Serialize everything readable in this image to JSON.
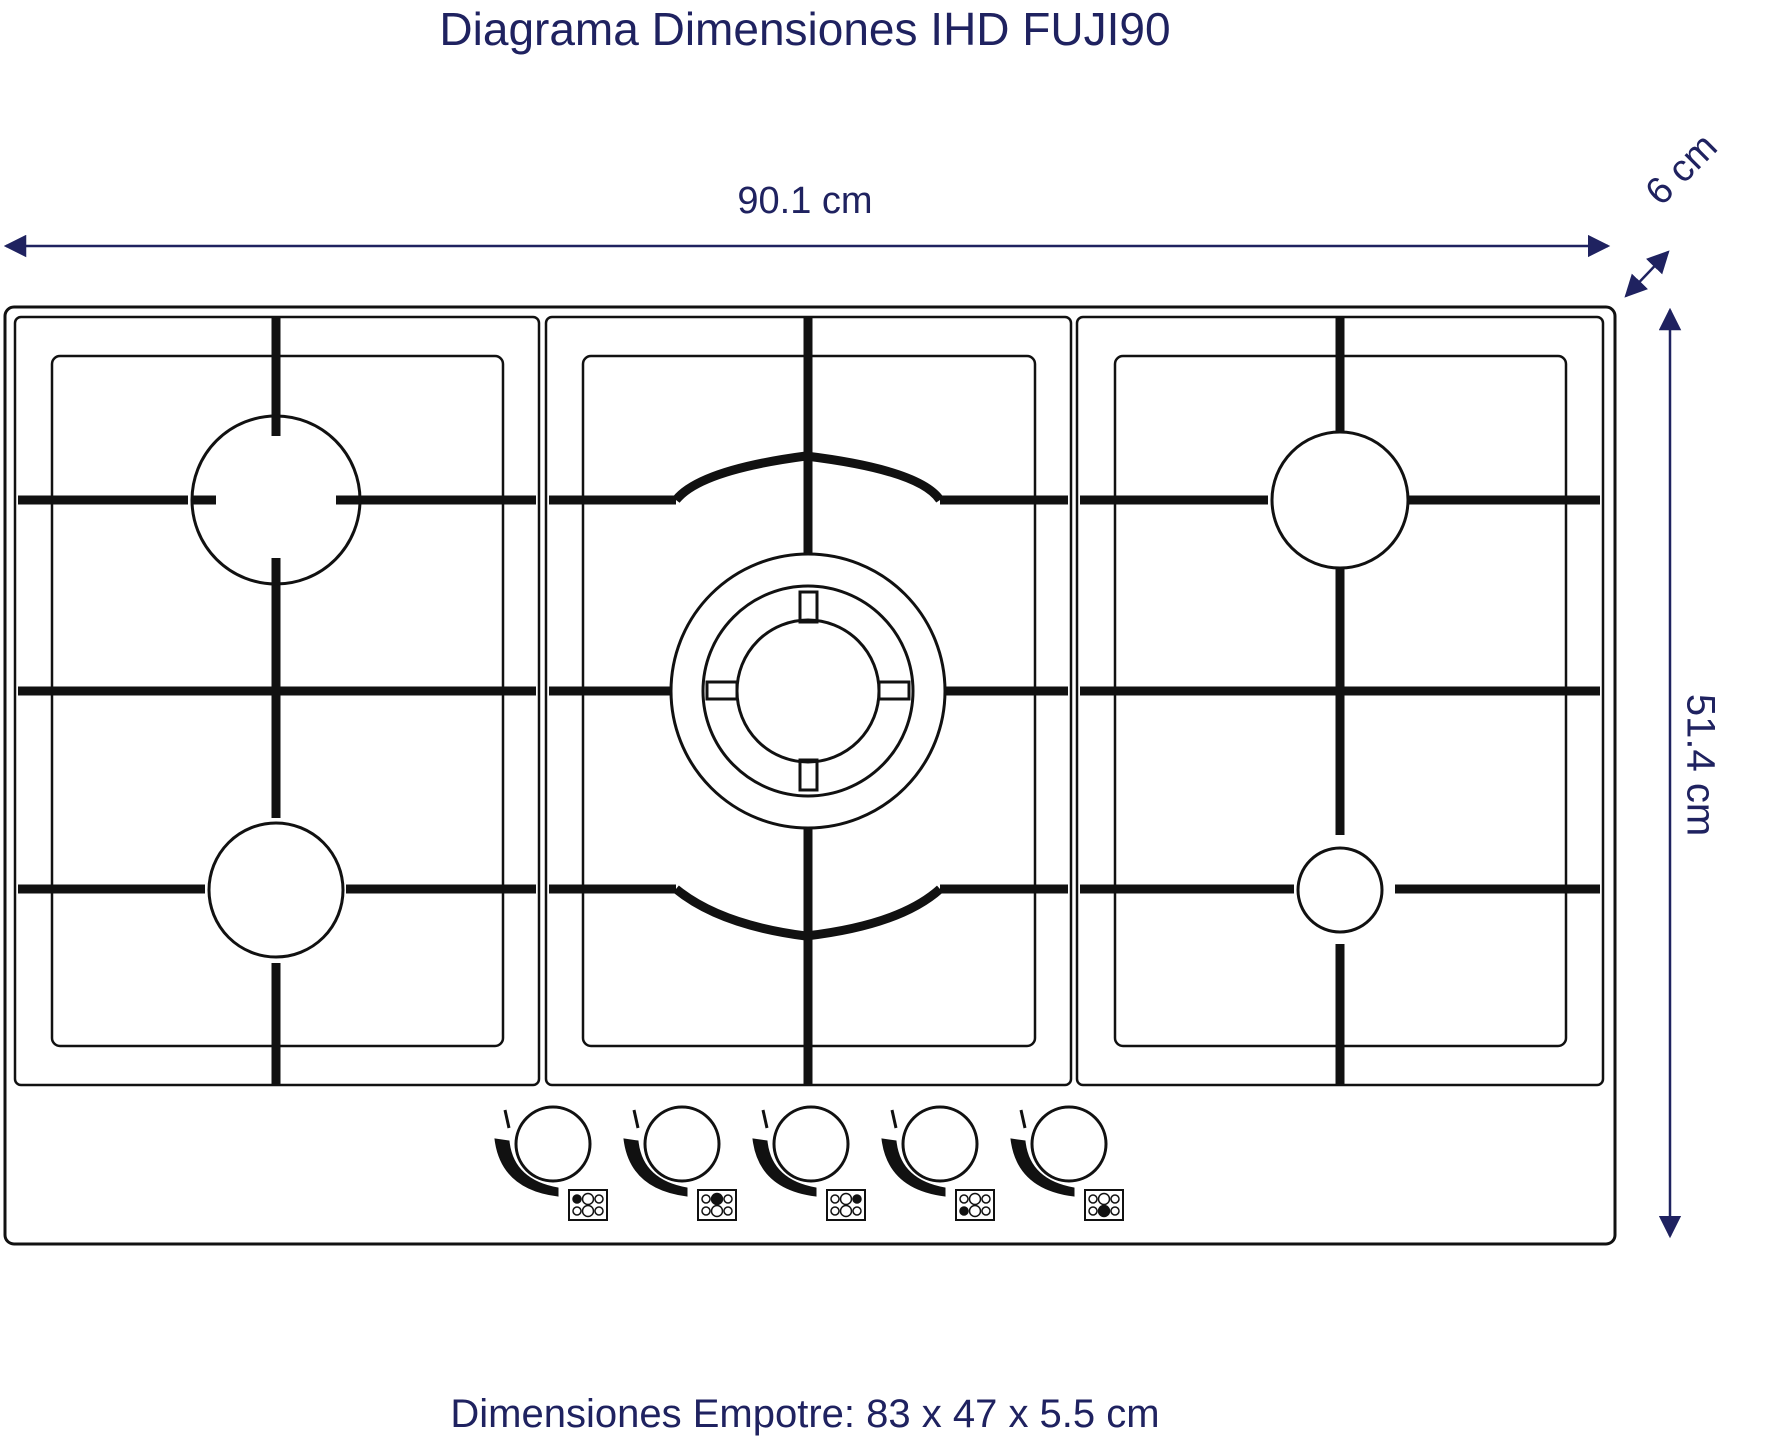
{
  "title": "Diagrama Dimensiones IHD FUJI90",
  "dimensions": {
    "width": "90.1 cm",
    "depth": "6 cm",
    "height": "51.4 cm"
  },
  "cutout": "Dimensiones Empotre: 83 x 47 x 5.5 cm",
  "colors": {
    "text": "#1f2260",
    "lines": "#111111"
  },
  "cooktop": {
    "burner_count": 5,
    "knob_count": 5
  }
}
